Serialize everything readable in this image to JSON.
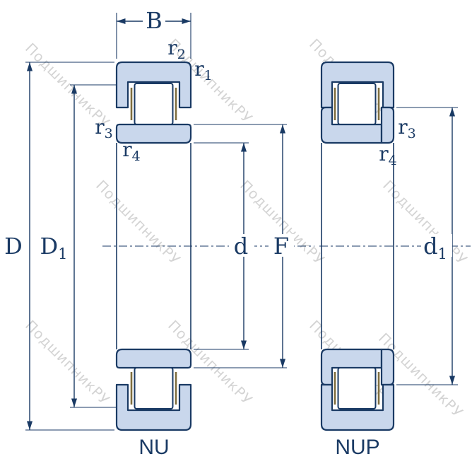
{
  "colors": {
    "background": "#ffffff",
    "part_fill": "#c9d7ec",
    "roller_fill": "#ffffff",
    "outline": "#1a3a64",
    "cage": "#7e6d3e",
    "watermark": "#c6c6c6",
    "label": "#1a3a64"
  },
  "watermark": {
    "text": "ПодшипникРУ"
  },
  "figures": {
    "left": {
      "caption": "NU"
    },
    "right": {
      "caption": "NUP"
    }
  },
  "dimensions": {
    "B": {
      "base": "B",
      "sub": ""
    },
    "D": {
      "base": "D",
      "sub": ""
    },
    "D1": {
      "base": "D",
      "sub": "1"
    },
    "d": {
      "base": "d",
      "sub": ""
    },
    "F": {
      "base": "F",
      "sub": ""
    },
    "d1": {
      "base": "d",
      "sub": "1"
    },
    "r1": {
      "base": "r",
      "sub": "1"
    },
    "r2": {
      "base": "r",
      "sub": "2"
    },
    "r3": {
      "base": "r",
      "sub": "3"
    },
    "r4": {
      "base": "r",
      "sub": "4"
    }
  }
}
